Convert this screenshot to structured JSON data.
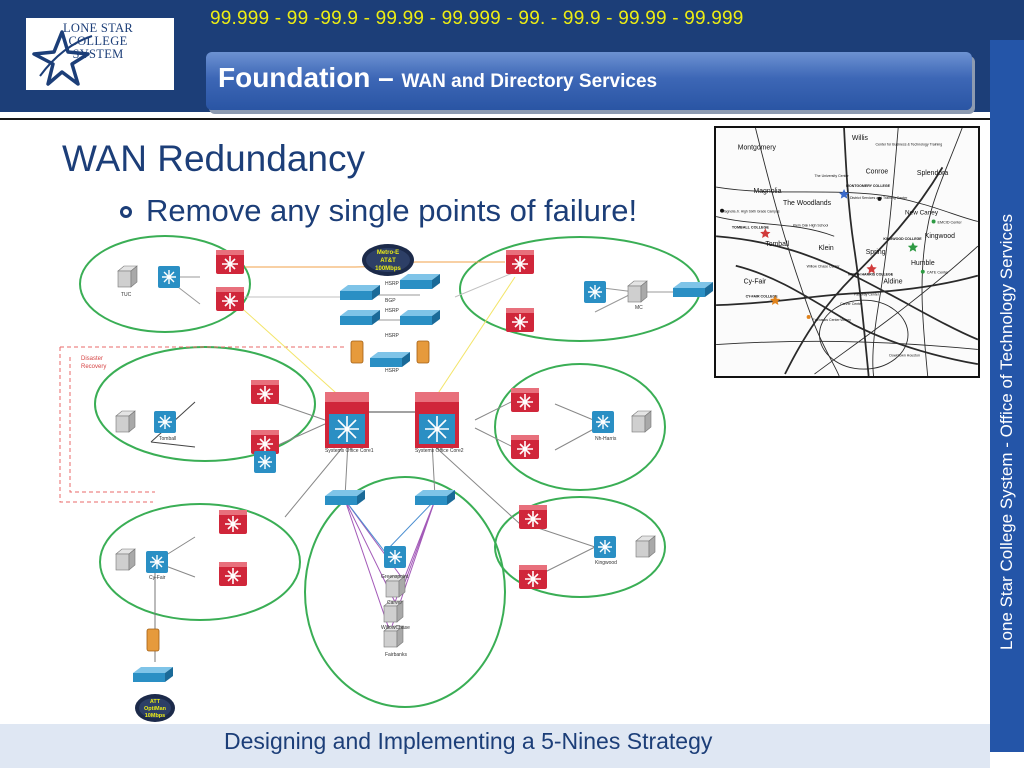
{
  "header": {
    "logo_line1": "LONE STAR",
    "logo_line2": "COLLEGE",
    "logo_line3": "SYSTEM",
    "nines": "99.999 - 99 -99.9 -  99.99  -  99.999  -  99.  -  99.9  -  99.99  -  99.999",
    "title_main": "Foundation – ",
    "title_sub": "WAN and Directory Services"
  },
  "content": {
    "heading": "WAN Redundancy",
    "bullet": "Remove any single points of failure!"
  },
  "sidebar": {
    "vertical_text": "Lone Star College System - Office of Technology Services"
  },
  "footer": {
    "text": "Designing and Implementing a 5-Nines Strategy"
  },
  "diagram": {
    "sites": {
      "tuc": "TUC",
      "mc": "MC",
      "tomball": "Tomball",
      "nh": "Nh-Harris",
      "cyfair": "Cy-Fair",
      "kingwood": "Kingwood",
      "core1": "Systems Office Core1",
      "core2": "Systems Office Core2",
      "greenspoint": "Greenspoint",
      "carver": "Carver",
      "willowchase": "WillowChase",
      "fairbanks": "Fairbanks"
    },
    "cloud_top": [
      "Metro-E",
      "AT&T",
      "100Mbps"
    ],
    "cloud_bottom": [
      "ATT",
      "OptiMan",
      "10Mbps"
    ],
    "disaster_recovery": [
      "Disaster",
      "Recovery"
    ],
    "hsrp": "HSRP",
    "bgp": "BGP"
  },
  "map": {
    "places": {
      "willis": "Willis",
      "montgomery": "Montgomery",
      "cbtt": "Center for Business & Technology Training",
      "conroe": "Conroe",
      "splendora": "Splendora",
      "magnolia": "Magnolia",
      "university_center": "The University Center",
      "montgomery_college": "MONTGOMERY COLLEGE",
      "woodlands": "The Woodlands",
      "district_services": "District Services and Training Center",
      "new_caney": "New Caney",
      "emcc": "EMCID Center",
      "magnolia_hs": "Magnolia Jr. High Sixth Grade Campus",
      "tomball_college": "TOMBALL COLLEGE",
      "klein_oak": "Klein Oak High School",
      "kingwood_college": "KINGWOOD COLLEGE",
      "kingwood": "Kingwood",
      "tomball": "Tomball",
      "klein": "Klein",
      "spring": "Spring",
      "willow_chase": "Willow Chase Center",
      "north_harris": "NORTH HARRIS COLLEGE",
      "humble": "Humble",
      "cate": "CATE Center",
      "cyfair": "Cy-Fair",
      "aldine": "Aldine",
      "cyfair_college": "CY-FAIR COLLEGE",
      "parkway": "Parkway Center",
      "carver": "Carver Center",
      "fairbanks": "Fairbanks Center",
      "victory": "Victory",
      "downtown": "Downtown Houston"
    }
  },
  "colors": {
    "navy": "#1c3e78",
    "band_blue": "#2455a8",
    "nines_yellow": "#ecec14",
    "ring_green": "#3aae55",
    "device_red": "#d0263a",
    "device_blue": "#2a8fc4"
  }
}
